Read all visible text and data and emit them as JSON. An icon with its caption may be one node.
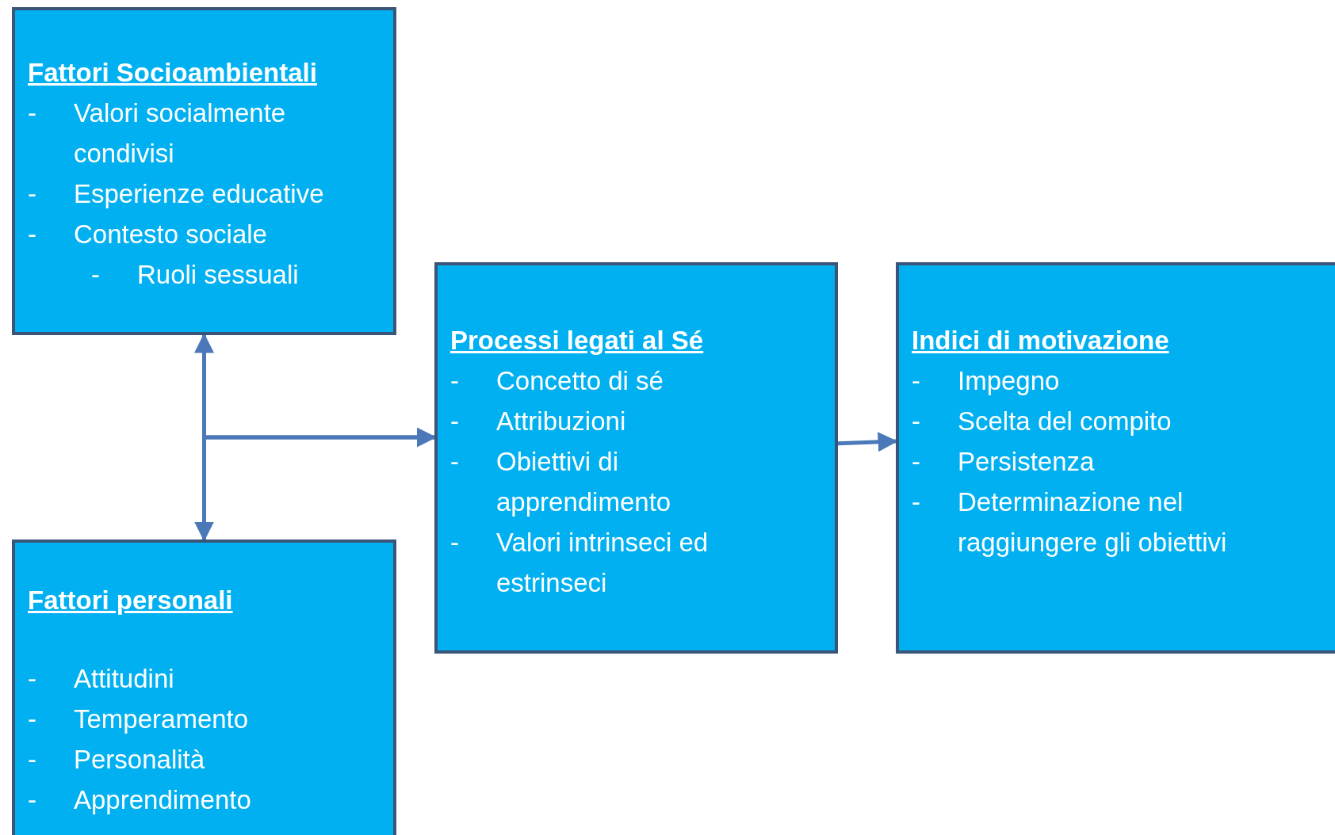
{
  "diagram": {
    "nodes": [
      {
        "text": [
          "Fattori Socioambientali",
          "Valori socialmente condivisi",
          "Esperienze educative",
          "Contesto sociale",
          "Ruoli sessuali"
        ]
      },
      {
        "text": [
          "Fattori personali",
          "Attitudini",
          "Temperamento",
          "Personalità",
          "Apprendimento"
        ]
      },
      {
        "text": [
          "Processi legati al Sé",
          "Concetto di sé",
          "Attribuzioni",
          "Obiettivi di apprendimento",
          "Valori intrinseci ed estrinseci"
        ]
      },
      {
        "text": [
          "Indici di motivazione",
          "Impegno",
          "Scelta del compito",
          "Persistenza",
          "Determinazione nel raggiungere gli obiettivi"
        ]
      }
    ],
    "edges": [
      {
        "from": 0,
        "to": 1,
        "arrow": "both"
      },
      {
        "from": 0,
        "to": 2,
        "arrow": "to"
      },
      {
        "from": 1,
        "to": 2,
        "arrow": "to"
      },
      {
        "from": 2,
        "to": 3,
        "arrow": "to"
      }
    ],
    "labels": [
      "-",
      "-",
      "-",
      "-",
      "-",
      "-",
      "-",
      "-",
      "-",
      "-",
      "-",
      "-",
      "-",
      "-",
      "-",
      "-"
    ]
  }
}
